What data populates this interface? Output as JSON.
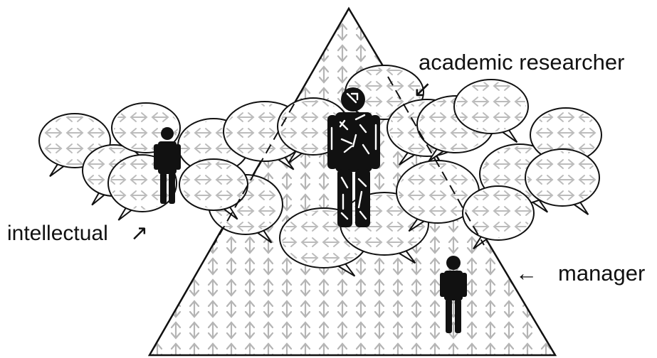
{
  "diagram": {
    "labels": {
      "academic_researcher": "academic researcher",
      "intellectual": "intellectual",
      "manager": "manager"
    },
    "arrow_glyphs": {
      "vertical": "↕",
      "horizontal": "↔",
      "academic_pointer": "↙",
      "intellectual_pointer": "↗",
      "manager_pointer": "←"
    },
    "colors": {
      "line": "#111111",
      "pattern_arrow": "#b5b5b5",
      "bubble_fill": "#ffffff",
      "figure": "#111111"
    },
    "icons": [
      "pyramid",
      "speech-bubble-cloud",
      "person-icon"
    ]
  }
}
